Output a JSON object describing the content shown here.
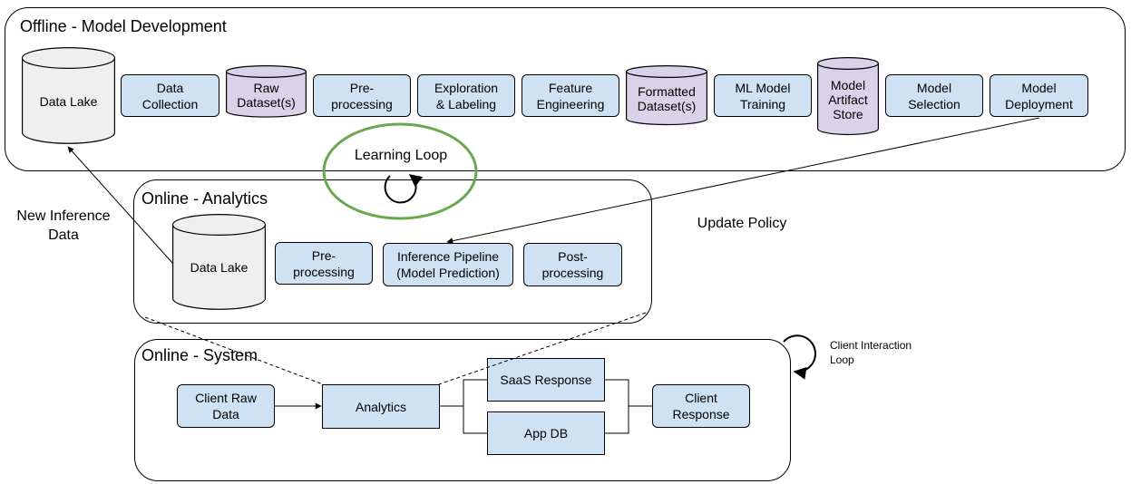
{
  "offline": {
    "title": "Offline - Model Development",
    "data_lake": "Data Lake",
    "data_collection": "Data\nCollection",
    "raw_dataset": "Raw\nDataset(s)",
    "preprocessing": "Pre-\nprocessing",
    "exploration": "Exploration\n& Labeling",
    "feature_engineering": "Feature\nEngineering",
    "formatted_dataset": "Formatted\nDataset(s)",
    "ml_training": "ML Model\nTraining",
    "artifact_store": "Model\nArtifact\nStore",
    "model_selection": "Model\nSelection",
    "model_deployment": "Model\nDeployment"
  },
  "learning_loop": "Learning Loop",
  "online_analytics": {
    "title": "Online - Analytics",
    "data_lake": "Data Lake",
    "preprocessing": "Pre-\nprocessing",
    "inference": "Inference Pipeline\n(Model Prediction)",
    "postprocessing": "Post-\nprocessing"
  },
  "labels": {
    "new_inference": "New Inference\nData",
    "update_policy": "Update Policy",
    "client_loop": "Client Interaction\nLoop"
  },
  "online_system": {
    "title": "Online - System",
    "client_raw": "Client Raw\nData",
    "analytics": "Analytics",
    "saas": "SaaS Response",
    "app_db": "App DB",
    "client_response": "Client\nResponse"
  },
  "colors": {
    "blue_fill": "#cfe2f3",
    "purple_fill": "#d9d2e9",
    "gray_fill": "#efefef",
    "green_ring": "#6aa84f"
  }
}
